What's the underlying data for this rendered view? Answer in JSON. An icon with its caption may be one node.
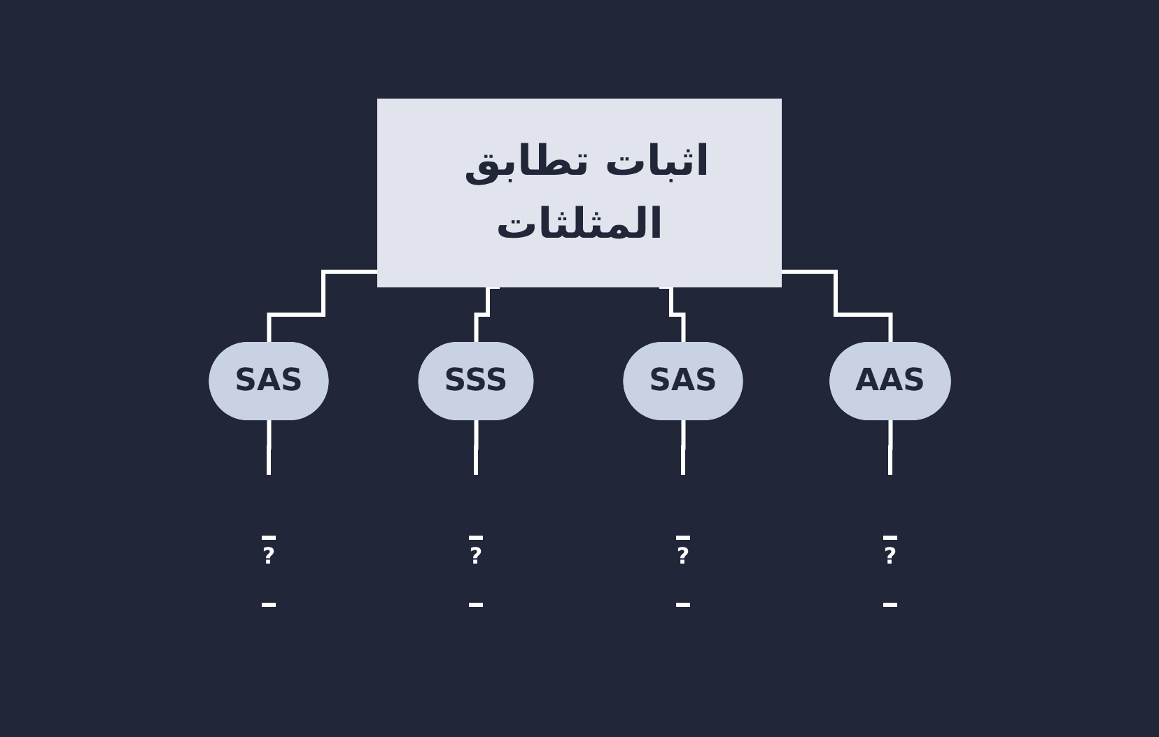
{
  "diagram": {
    "nodes": [
      {
        "text": [
          "اثبات تطابق المثلثات"
        ]
      },
      {
        "text": [
          "SAS"
        ]
      },
      {
        "text": [
          "SSS"
        ]
      },
      {
        "text": [
          "SAS"
        ]
      },
      {
        "text": [
          "AAS"
        ]
      },
      {
        "text": [
          "?"
        ]
      },
      {
        "text": [
          "?"
        ]
      },
      {
        "text": [
          "?"
        ]
      },
      {
        "text": [
          "?"
        ]
      }
    ],
    "edges": [
      {
        "from": 0,
        "to": 1,
        "arrow": "none"
      },
      {
        "from": 0,
        "to": 2,
        "arrow": "none"
      },
      {
        "from": 0,
        "to": 3,
        "arrow": "none"
      },
      {
        "from": 0,
        "to": 4,
        "arrow": "none"
      },
      {
        "from": 1,
        "to": 5,
        "arrow": "none"
      },
      {
        "from": 2,
        "to": 6,
        "arrow": "none"
      },
      {
        "from": 3,
        "to": 7,
        "arrow": "none"
      },
      {
        "from": 4,
        "to": 8,
        "arrow": "none"
      }
    ]
  }
}
